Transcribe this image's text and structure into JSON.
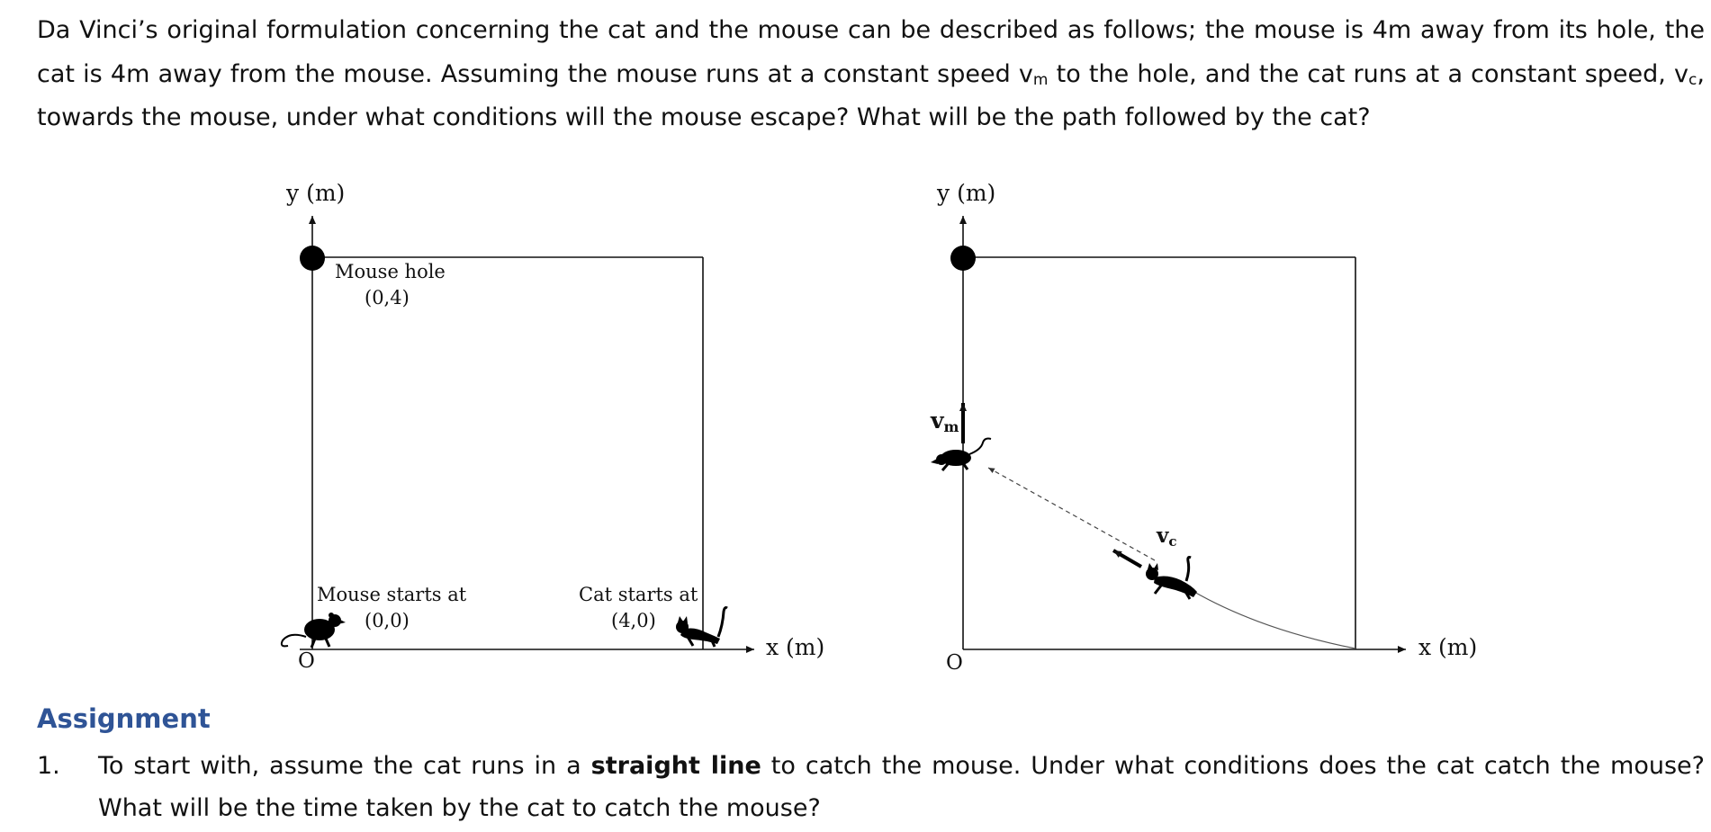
{
  "intro": {
    "part1": "Da Vinci’s original formulation concerning the cat and the mouse can be described as follows; the mouse is 4m away from its hole, the cat is 4m away from the mouse. Assuming the mouse runs at a constant speed v",
    "sub_m": "m",
    "part2": " to the hole, and the cat runs at a constant speed, v",
    "sub_c": "c",
    "part3": ", towards the mouse, under what conditions will the mouse escape? What will be the path followed by the cat?"
  },
  "figure_left": {
    "y_axis_label": "y (m)",
    "x_axis_label": "x (m)",
    "origin_label": "O",
    "hole_label": "Mouse hole",
    "hole_coords": "(0,4)",
    "mouse_label": "Mouse starts at",
    "mouse_coords": "(0,0)",
    "cat_label": "Cat starts at",
    "cat_coords": "(4,0)"
  },
  "figure_right": {
    "y_axis_label": "y (m)",
    "x_axis_label": "x (m)",
    "origin_label": "O",
    "vm_main": "v",
    "vm_sub": "m",
    "vc_main": "v",
    "vc_sub": "c"
  },
  "assignment": {
    "heading": "Assignment",
    "item1_number": "1.",
    "item1_before": "To start with, assume the cat runs in a ",
    "item1_bold": "straight line",
    "item1_after": " to catch the mouse. Under what conditions does the cat catch the mouse? What will be the time taken by the cat to catch the mouse?"
  }
}
